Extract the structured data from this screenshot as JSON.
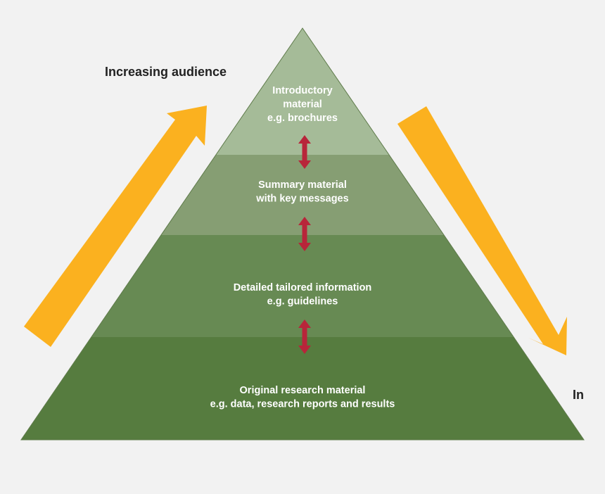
{
  "labels": {
    "left": "Increasing audience",
    "right": "In"
  },
  "tiers": [
    {
      "lines": [
        "Introductory",
        "material",
        "e.g. brochures"
      ]
    },
    {
      "lines": [
        "Summary material",
        "with key messages"
      ]
    },
    {
      "lines": [
        "Detailed tailored information",
        "e.g. guidelines"
      ]
    },
    {
      "lines": [
        "Original research material",
        "e.g. data, research reports and results"
      ]
    }
  ],
  "colors": {
    "background": "#f2f2f2",
    "tier_1": "#a5bb98",
    "tier_2": "#869e73",
    "tier_3": "#678a53",
    "tier_4": "#567c3f",
    "audience_arrow": "#fbb11f",
    "connector_arrow": "#b8253a"
  }
}
